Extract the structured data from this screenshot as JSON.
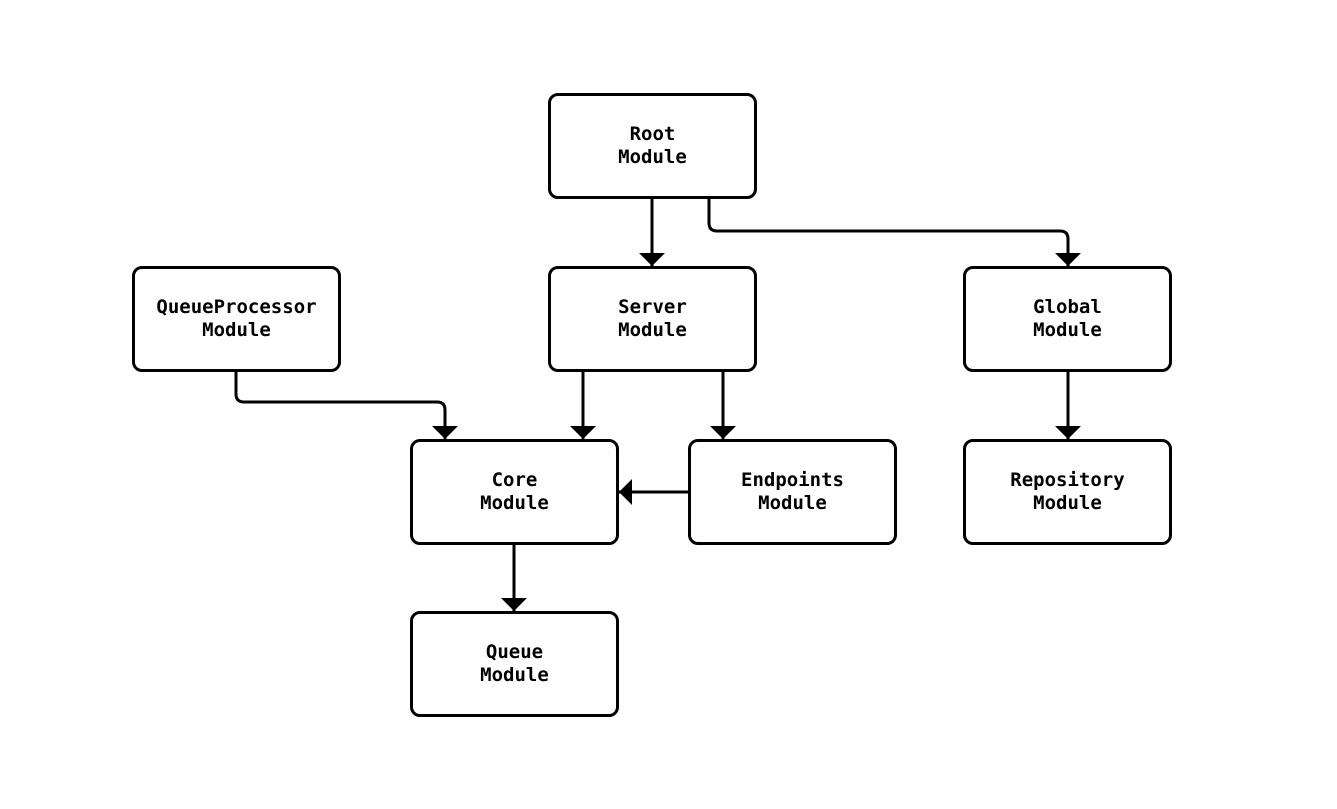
{
  "diagram": {
    "type": "flowchart",
    "orientation": "top-down",
    "background_color": "#ffffff",
    "stroke_color": "#000000",
    "node_fill_color": "#ffffff",
    "text_color": "#000000",
    "nodes": {
      "root": {
        "line1": "Root",
        "line2": "Module",
        "full_label": "Root Module"
      },
      "queueprocessor": {
        "line1": "QueueProcessor",
        "line2": "Module",
        "full_label": "QueueProcessor Module"
      },
      "server": {
        "line1": "Server",
        "line2": "Module",
        "full_label": "Server Module"
      },
      "global": {
        "line1": "Global",
        "line2": "Module",
        "full_label": "Global Module"
      },
      "core": {
        "line1": "Core",
        "line2": "Module",
        "full_label": "Core Module"
      },
      "endpoints": {
        "line1": "Endpoints",
        "line2": "Module",
        "full_label": "Endpoints Module"
      },
      "repository": {
        "line1": "Repository",
        "line2": "Module",
        "full_label": "Repository Module"
      },
      "queue": {
        "line1": "Queue",
        "line2": "Module",
        "full_label": "Queue Module"
      }
    },
    "edges": [
      {
        "from": "Root Module",
        "to": "Server Module",
        "arrow": "filled-triangle"
      },
      {
        "from": "Root Module",
        "to": "Global Module",
        "arrow": "filled-triangle"
      },
      {
        "from": "QueueProcessor Module",
        "to": "Core Module",
        "arrow": "filled-triangle"
      },
      {
        "from": "Server Module",
        "to": "Core Module",
        "arrow": "filled-triangle"
      },
      {
        "from": "Server Module",
        "to": "Endpoints Module",
        "arrow": "filled-triangle"
      },
      {
        "from": "Endpoints Module",
        "to": "Core Module",
        "arrow": "filled-triangle"
      },
      {
        "from": "Global Module",
        "to": "Repository Module",
        "arrow": "filled-triangle"
      },
      {
        "from": "Core Module",
        "to": "Queue Module",
        "arrow": "filled-triangle"
      }
    ]
  }
}
